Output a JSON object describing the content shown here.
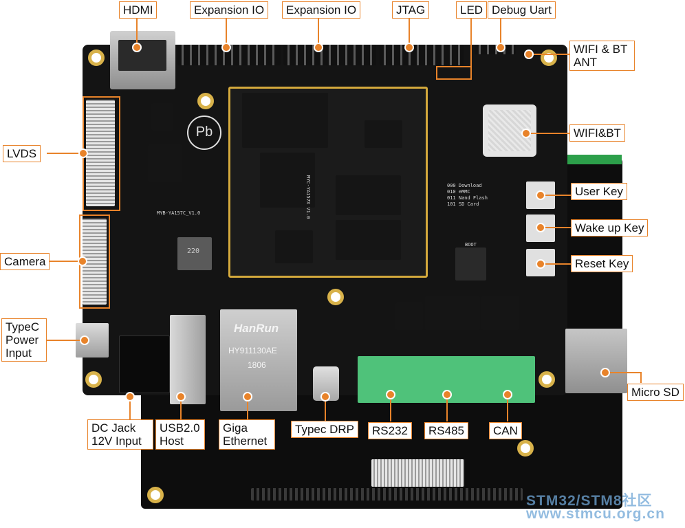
{
  "labels": {
    "hdmi": "HDMI",
    "expansion_io_1": "Expansion IO",
    "expansion_io_2": "Expansion IO",
    "jtag": "JTAG",
    "led": "LED",
    "debug_uart": "Debug Uart",
    "wifi_bt_ant": "WIFI & BT ANT",
    "wifi_bt": "WIFI&BT",
    "lvds": "LVDS",
    "user_key": "User Key",
    "wake_up_key": "Wake up Key",
    "reset_key": "Reset Key",
    "camera": "Camera",
    "typec_power_input": "TypeC Power Input",
    "micro_sd": "Micro SD",
    "dc_jack": "DC Jack 12V Input",
    "usb_host": "USB2.0 Host",
    "giga_ethernet": "Giga Ethernet",
    "typec_drp": "Typec DRP",
    "rs232": "RS232",
    "rs485": "RS485",
    "can": "CAN"
  },
  "silkscreen": {
    "som_name": "MYC-YA157X V1.0",
    "base_name": "MYB-YA157C_V1.0",
    "eth_brand": "HanRun",
    "eth_part": "HY911130AE",
    "eth_date": "1806",
    "boot_modes": [
      "000 Download",
      "010 eMMC",
      "011 Nand Flash",
      "101 SD Card"
    ],
    "boot_title": "BOOT",
    "lead_free": "Pb",
    "inductor": "220"
  },
  "watermark": {
    "line1": "STM32/STM8社区",
    "line2": "www.stmcu.org.cn"
  },
  "colors": {
    "accent": "#e8832a",
    "board": "#111111",
    "terminal": "#4fc27a"
  }
}
